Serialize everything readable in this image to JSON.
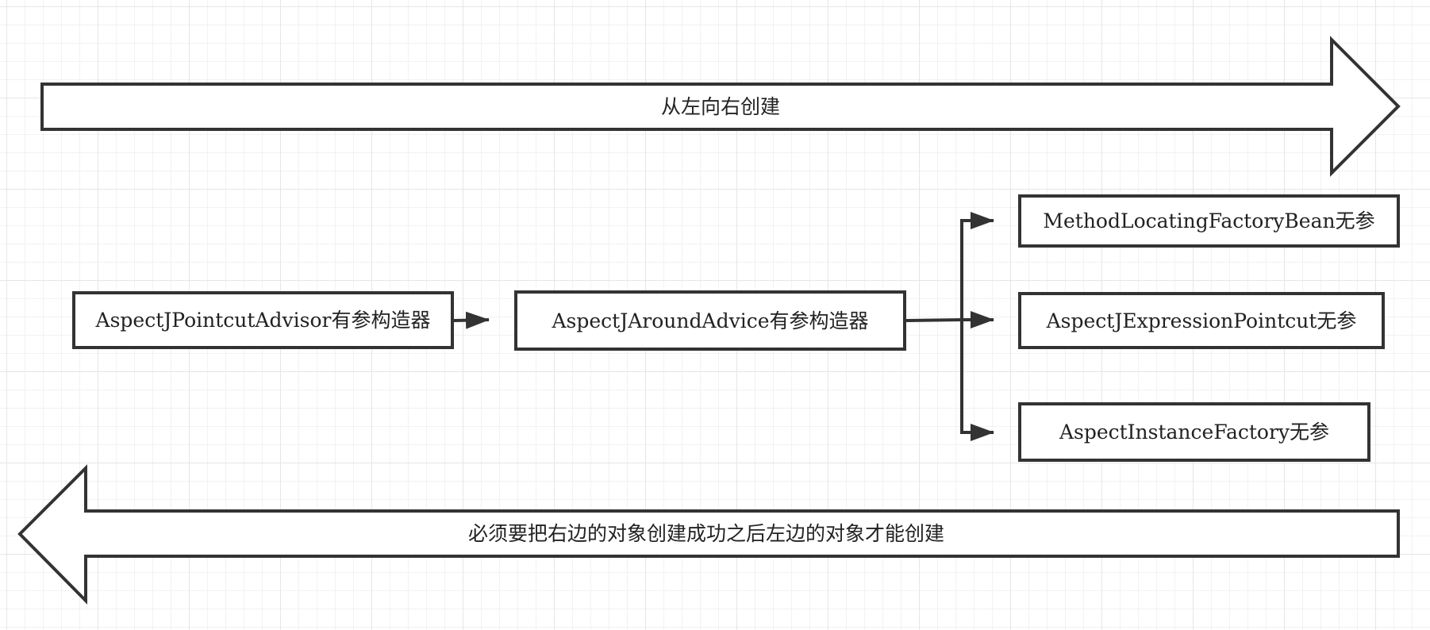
{
  "diagram": {
    "top_arrow_label": "从左向右创建",
    "bottom_arrow_label": "必须要把右边的对象创建成功之后左边的对象才能创建",
    "nodes": {
      "pointcut_advisor": "AspectJPointcutAdvisor有参构造器",
      "around_advice": "AspectJAroundAdvice有参构造器",
      "method_locating": "MethodLocatingFactoryBean无参",
      "expression_pointcut": "AspectJExpressionPointcut无参",
      "instance_factory": "AspectInstanceFactory无参"
    }
  }
}
